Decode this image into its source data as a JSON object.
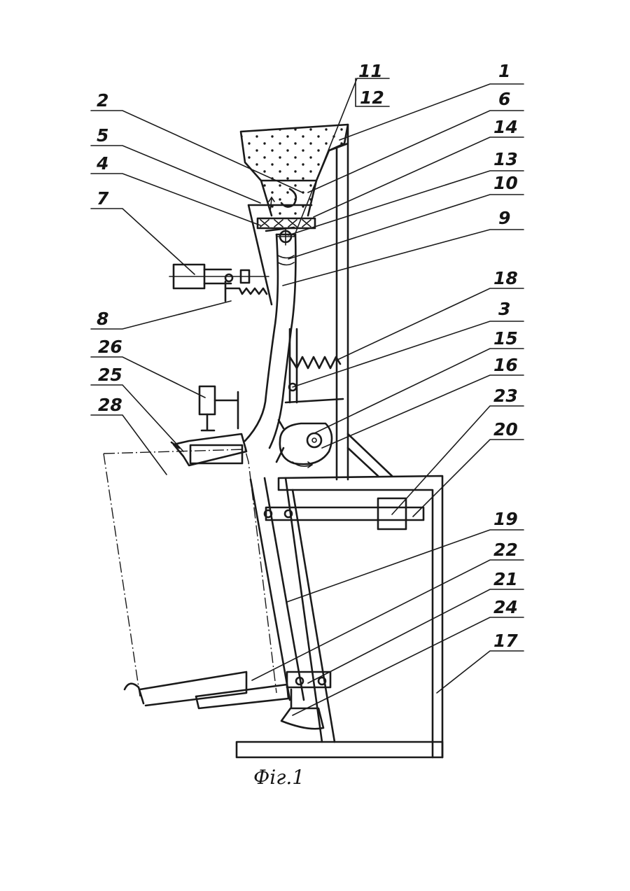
{
  "figure": {
    "caption": "Фіг.1",
    "ink_color": "#1a1a1a",
    "background": "#ffffff"
  },
  "callouts": [
    {
      "id": "c1",
      "text": "1"
    },
    {
      "id": "c2",
      "text": "2"
    },
    {
      "id": "c3",
      "text": "3"
    },
    {
      "id": "c4",
      "text": "4"
    },
    {
      "id": "c5",
      "text": "5"
    },
    {
      "id": "c6",
      "text": "6"
    },
    {
      "id": "c7",
      "text": "7"
    },
    {
      "id": "c8",
      "text": "8"
    },
    {
      "id": "c9",
      "text": "9"
    },
    {
      "id": "c10",
      "text": "10"
    },
    {
      "id": "c11",
      "text": "11"
    },
    {
      "id": "c12",
      "text": "12"
    },
    {
      "id": "c13",
      "text": "13"
    },
    {
      "id": "c14",
      "text": "14"
    },
    {
      "id": "c15",
      "text": "15"
    },
    {
      "id": "c16",
      "text": "16"
    },
    {
      "id": "c17",
      "text": "17"
    },
    {
      "id": "c18",
      "text": "18"
    },
    {
      "id": "c19",
      "text": "19"
    },
    {
      "id": "c20",
      "text": "20"
    },
    {
      "id": "c21",
      "text": "21"
    },
    {
      "id": "c22",
      "text": "22"
    },
    {
      "id": "c23",
      "text": "23"
    },
    {
      "id": "c24",
      "text": "24"
    },
    {
      "id": "c25",
      "text": "25"
    },
    {
      "id": "c26",
      "text": "26"
    },
    {
      "id": "c28",
      "text": "28"
    }
  ]
}
